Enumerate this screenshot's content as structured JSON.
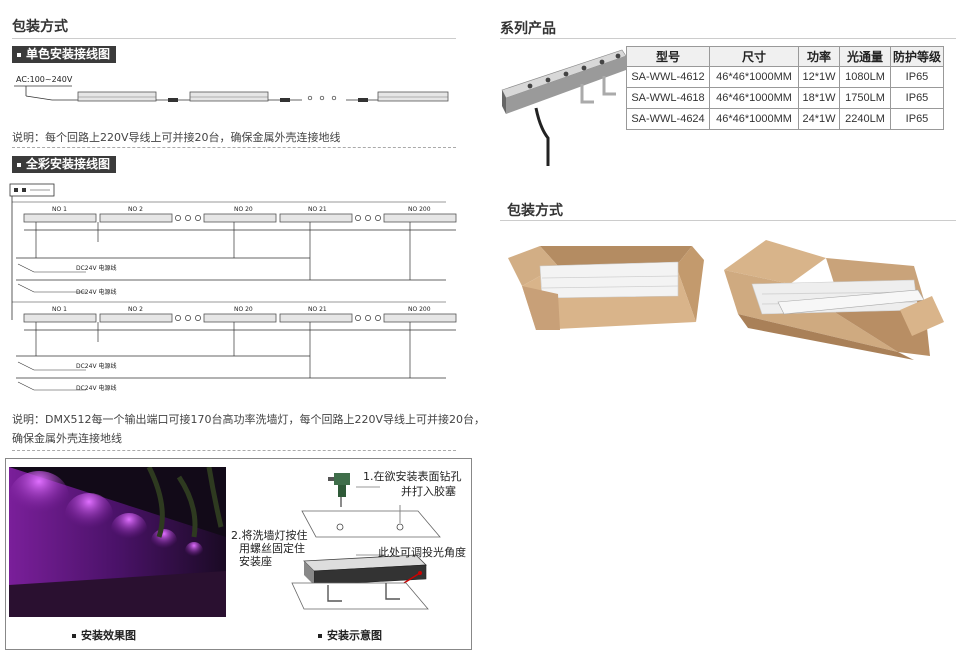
{
  "left": {
    "title": "包装方式",
    "single_tag": "单色安装接线图",
    "ac_label": "AC:100~240V",
    "single_note": "说明：每个回路上220V导线上可并接20台，确保金属外壳连接地线",
    "full_tag": "全彩安装接线图",
    "lamp_labels": [
      "NO 1",
      "NO 2",
      "NO 20",
      "NO 21",
      "NO 200"
    ],
    "dc_label": "DC24V 电源线",
    "full_note_line1": "说明：DMX512每一个输出端口可接170台高功率洗墙灯，每个回路上220V导线上可并接20台，",
    "full_note_line2": "确保金属外壳连接地线"
  },
  "install": {
    "step1_line1": "1.在欲安装表面钻孔",
    "step1_line2": "并打入胶塞",
    "step2_line1": "2.将洗墙灯按住",
    "step2_line2": "用螺丝固定住",
    "step2_line3": "安装座",
    "angle_note": "此处可调投光角度",
    "caption_effect": "安装效果图",
    "caption_diagram": "安装示意图"
  },
  "right": {
    "series_title": "系列产品",
    "table": {
      "headers": [
        "型号",
        "尺寸",
        "功率",
        "光通量",
        "防护等级"
      ],
      "rows": [
        [
          "SA-WWL-4612",
          "46*46*1000MM",
          "12*1W",
          "1080LM",
          "IP65"
        ],
        [
          "SA-WWL-4618",
          "46*46*1000MM",
          "18*1W",
          "1750LM",
          "IP65"
        ],
        [
          "SA-WWL-4624",
          "46*46*1000MM",
          "24*1W",
          "2240LM",
          "IP65"
        ]
      ]
    },
    "packing_title": "包装方式"
  },
  "colors": {
    "tag_bg": "#3b3b3b",
    "header_bg": "#f0f0f0",
    "box_brown": "#c9a37a",
    "purple_light": "#c23df0"
  }
}
